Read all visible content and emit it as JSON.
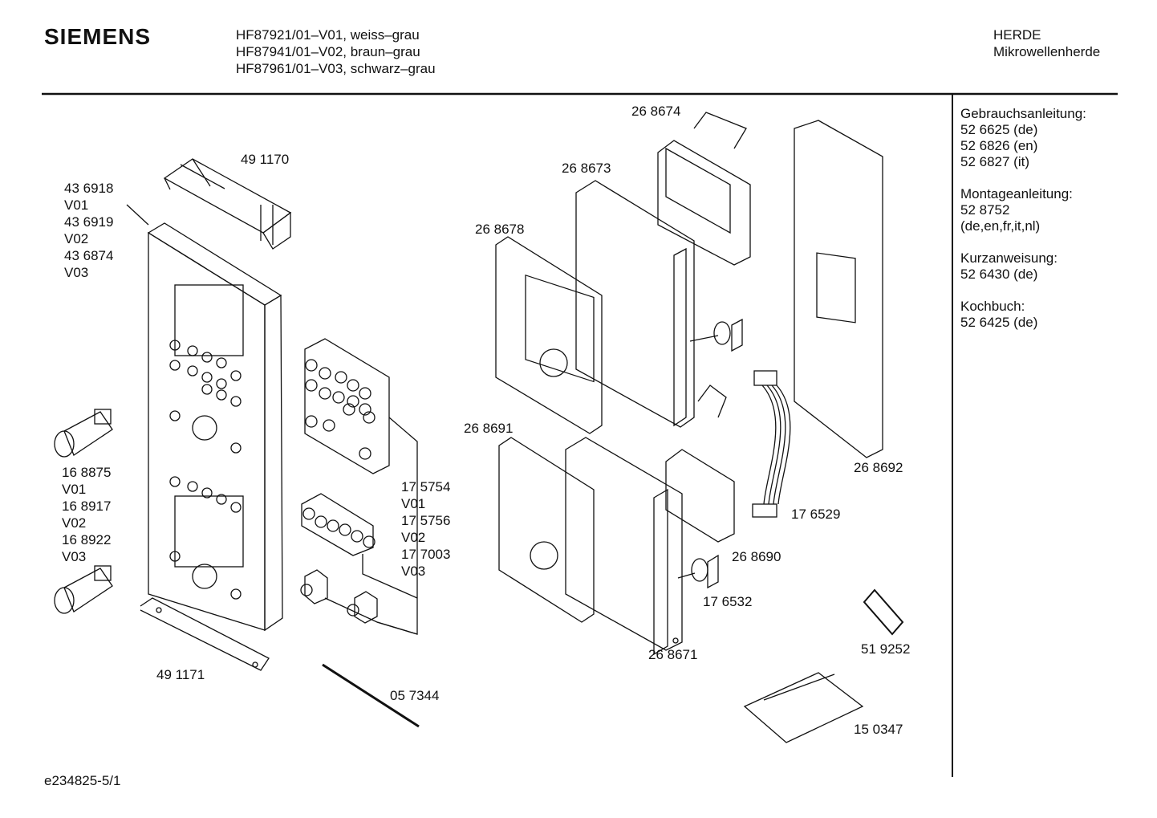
{
  "brand": "SIEMENS",
  "models": [
    "HF87921/01–V01, weiss–grau",
    "HF87941/01–V02, braun–grau",
    "HF87961/01–V03, schwarz–grau"
  ],
  "category": [
    "HERDE",
    "Mikrowellenherde"
  ],
  "documents": [
    {
      "title": "Gebrauchsanleitung:",
      "lines": [
        "52 6625 (de)",
        "52 6826 (en)",
        "52 6827 (it)"
      ]
    },
    {
      "title": "Montageanleitung:",
      "lines": [
        "52 8752",
        "(de,en,fr,it,nl)"
      ]
    },
    {
      "title": "Kurzanweisung:",
      "lines": [
        "52 6430 (de)"
      ]
    },
    {
      "title": "Kochbuch:",
      "lines": [
        "52 6425 (de)"
      ]
    }
  ],
  "part_labels": {
    "p491170": "49 1170",
    "p436918": [
      "43 6918",
      "V01",
      "43 6919",
      "V02",
      "43 6874",
      "V03"
    ],
    "p168875": [
      "16 8875",
      "V01",
      "16 8917",
      "V02",
      "16 8922",
      "V03"
    ],
    "p491171": "49 1171",
    "p057344": "05 7344",
    "p175754": [
      "17 5754",
      "V01",
      "17 5756",
      "V02",
      "17 7003",
      "V03"
    ],
    "p268674": "26 8674",
    "p268673": "26 8673",
    "p268678": "26 8678",
    "p268691": "26 8691",
    "p268692": "26 8692",
    "p176529": "17 6529",
    "p268690": "26 8690",
    "p176532": "17 6532",
    "p268671": "26 8671",
    "p519252": "51 9252",
    "p150347": "15 0347"
  },
  "footer": "e234825-5/1"
}
